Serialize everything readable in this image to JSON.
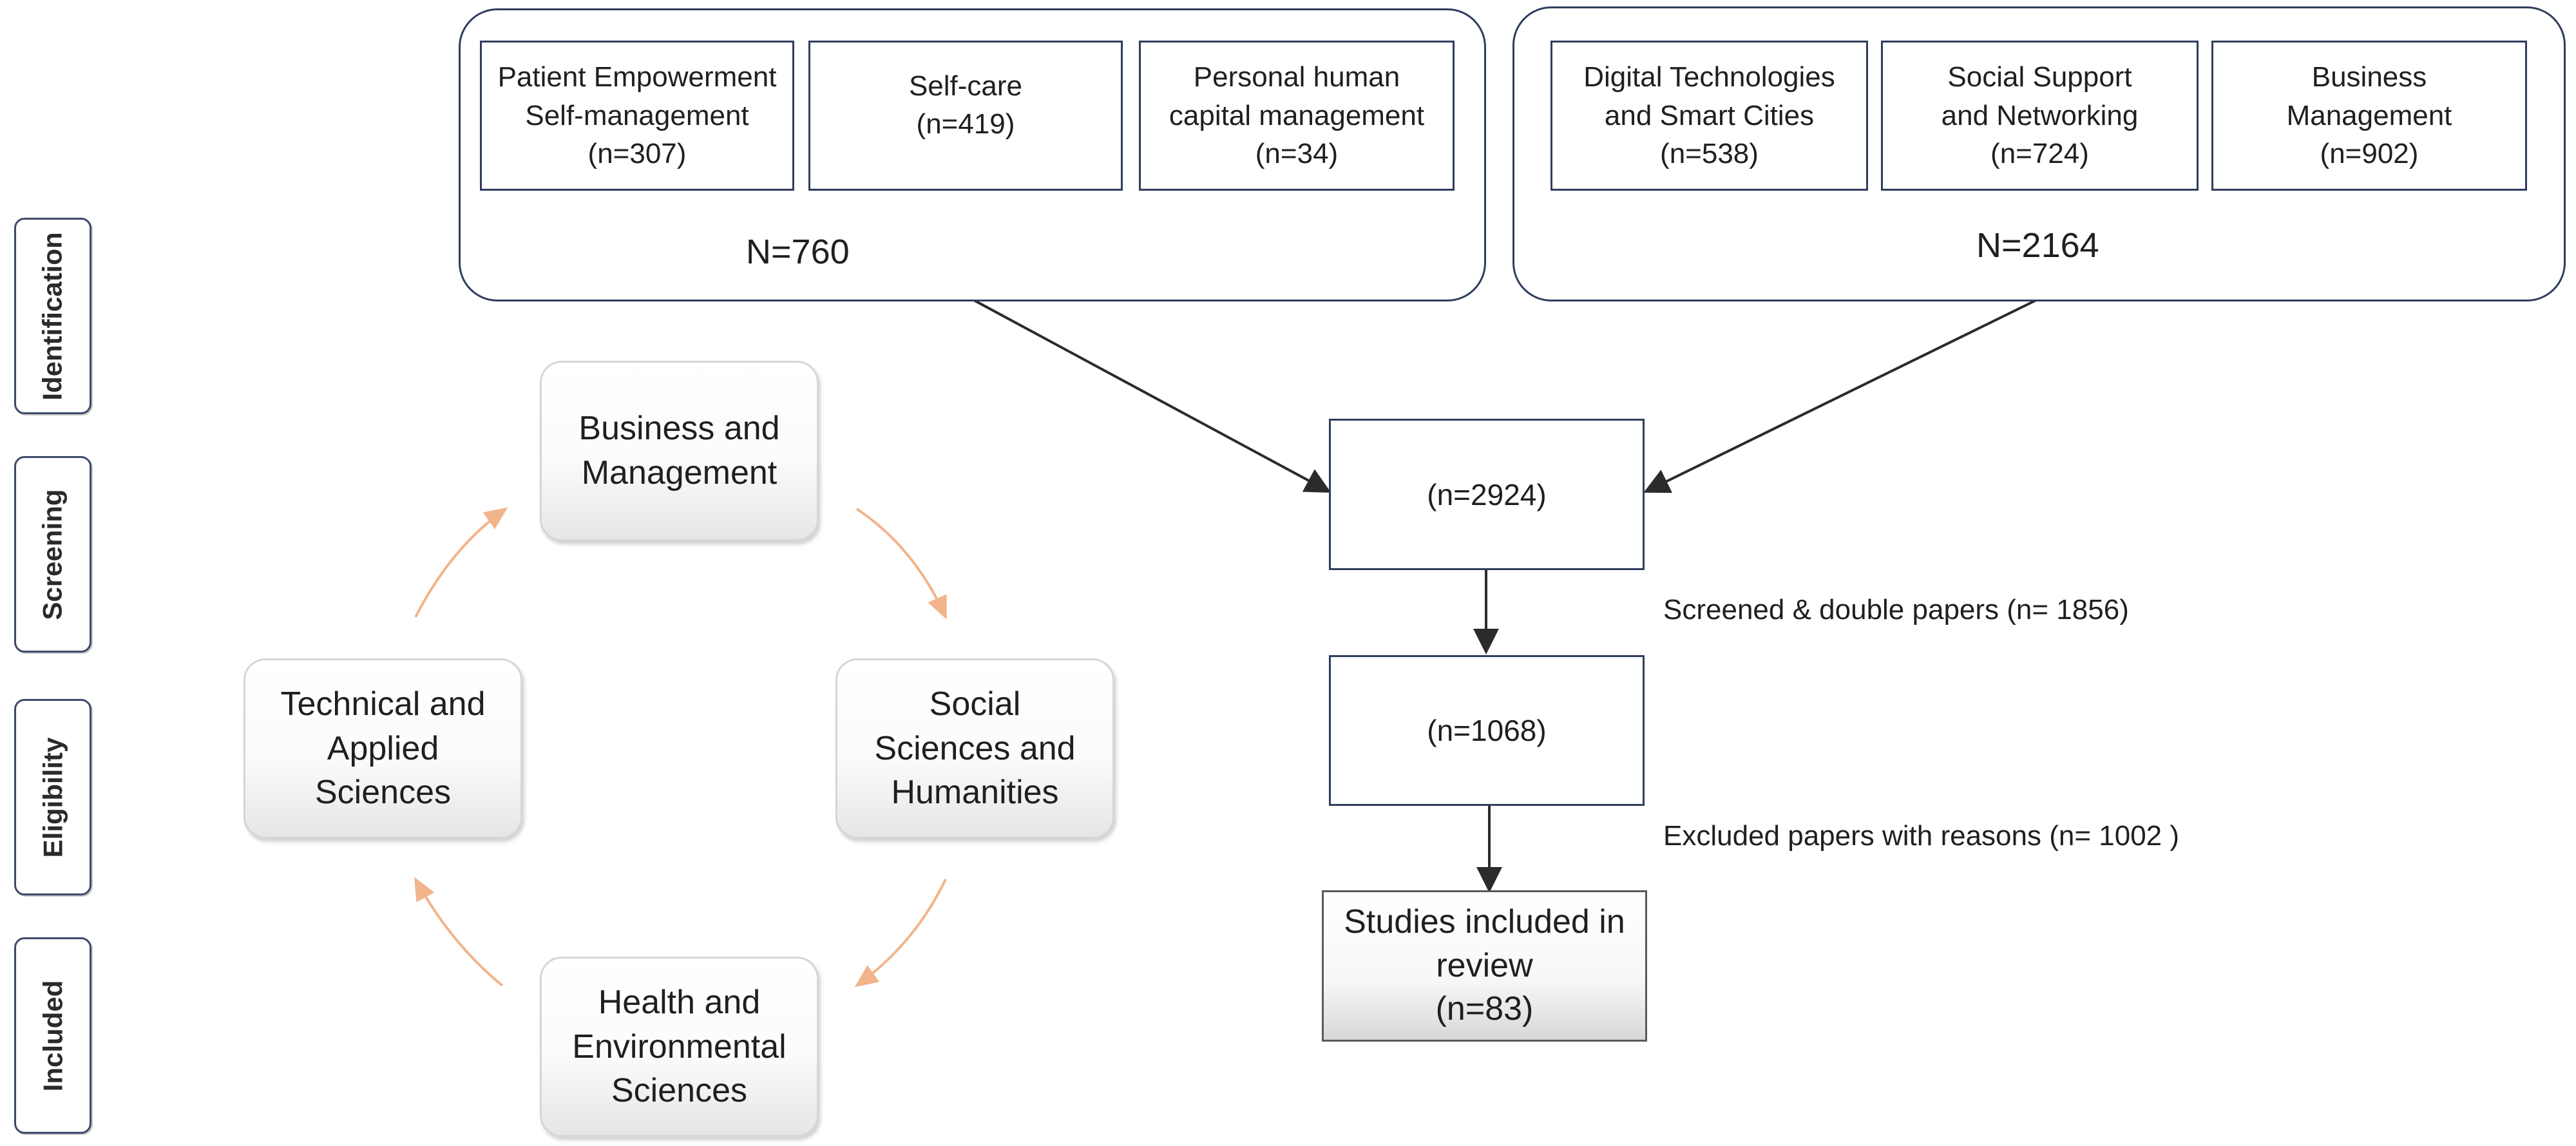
{
  "stages": [
    "Identification",
    "Screening",
    "Eligibility",
    "Included"
  ],
  "groups": [
    {
      "categories": [
        {
          "lines": [
            "Patient Empowerment",
            "Self-management",
            "(n=307)"
          ]
        },
        {
          "lines": [
            "Self-care",
            "(n=419)"
          ]
        },
        {
          "lines": [
            "Personal human",
            "capital management",
            "(n=34)"
          ]
        }
      ],
      "total": "N=760"
    },
    {
      "categories": [
        {
          "lines": [
            "Digital Technologies",
            "and Smart Cities",
            "(n=538)"
          ]
        },
        {
          "lines": [
            "Social Support",
            "and Networking",
            "(n=724)"
          ]
        },
        {
          "lines": [
            "Business",
            "Management",
            "(n=902)"
          ]
        }
      ],
      "total": "N=2164"
    }
  ],
  "flow": {
    "combined": "(n=2924)",
    "screened_note": "Screened  & double papers (n= 1856)",
    "eligible": "(n=1068)",
    "excluded_note": "Excluded papers with reasons (n= 1002 )",
    "included": [
      "Studies included in",
      "review",
      "(n=83)"
    ]
  },
  "cycle": {
    "top": [
      "Business and",
      "Management"
    ],
    "right": [
      "Social",
      "Sciences and",
      "Humanities"
    ],
    "bottom": [
      "Health and",
      "Environmental",
      "Sciences"
    ],
    "left": [
      "Technical and",
      "Applied",
      "Sciences"
    ]
  },
  "colors": {
    "border": "#2f3d5e",
    "cycle_arrow": "#f2b48a",
    "flow_arrow": "#2b2b2b"
  }
}
